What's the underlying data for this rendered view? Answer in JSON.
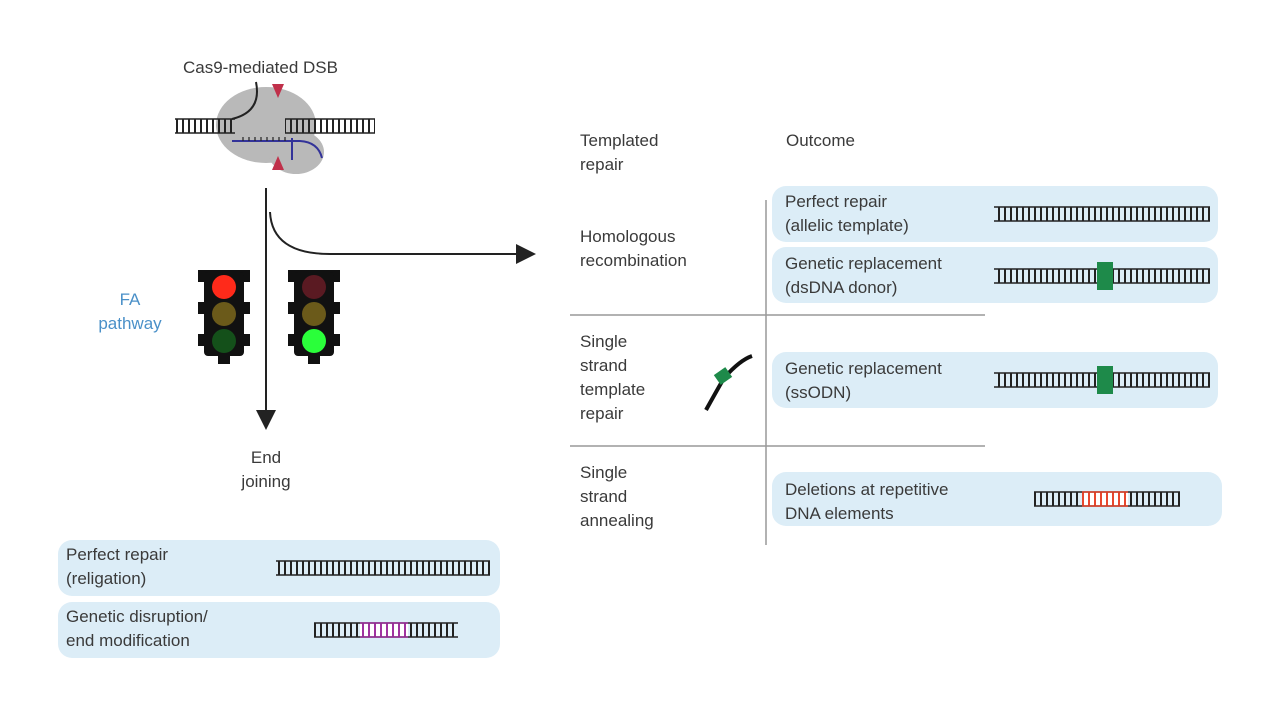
{
  "top_label": "Cas9-mediated DSB",
  "fa_pathway": [
    "FA",
    "pathway"
  ],
  "end_joining": [
    "End",
    "joining"
  ],
  "headers": {
    "templated": [
      "Templated",
      "repair"
    ],
    "outcome": "Outcome"
  },
  "categories": {
    "hr": [
      "Homologous",
      "recombination"
    ],
    "sstr": [
      "Single",
      "strand",
      "template",
      "repair"
    ],
    "ssa": [
      "Single",
      "strand",
      "annealing"
    ]
  },
  "outcomes": {
    "perfect_allelic": [
      "Perfect repair",
      "(allelic template)"
    ],
    "replace_dsdna": [
      "Genetic replacement",
      "(dsDNA donor)"
    ],
    "replace_ssodn": [
      "Genetic replacement",
      "(ssODN)"
    ],
    "deletions": [
      "Deletions at repetitive",
      "DNA elements"
    ]
  },
  "ej_outcomes": {
    "religation": [
      "Perfect repair",
      "(religation)"
    ],
    "disruption": [
      "Genetic disruption/",
      "end modification"
    ]
  },
  "colors": {
    "box": "#dcedf7",
    "insert_green": "#1e8a4a",
    "modification_purple": "#a032a0",
    "deletion_red": "#e8472e",
    "fa_blue": "#4a90c8",
    "cut_marker": "#c0304a"
  }
}
